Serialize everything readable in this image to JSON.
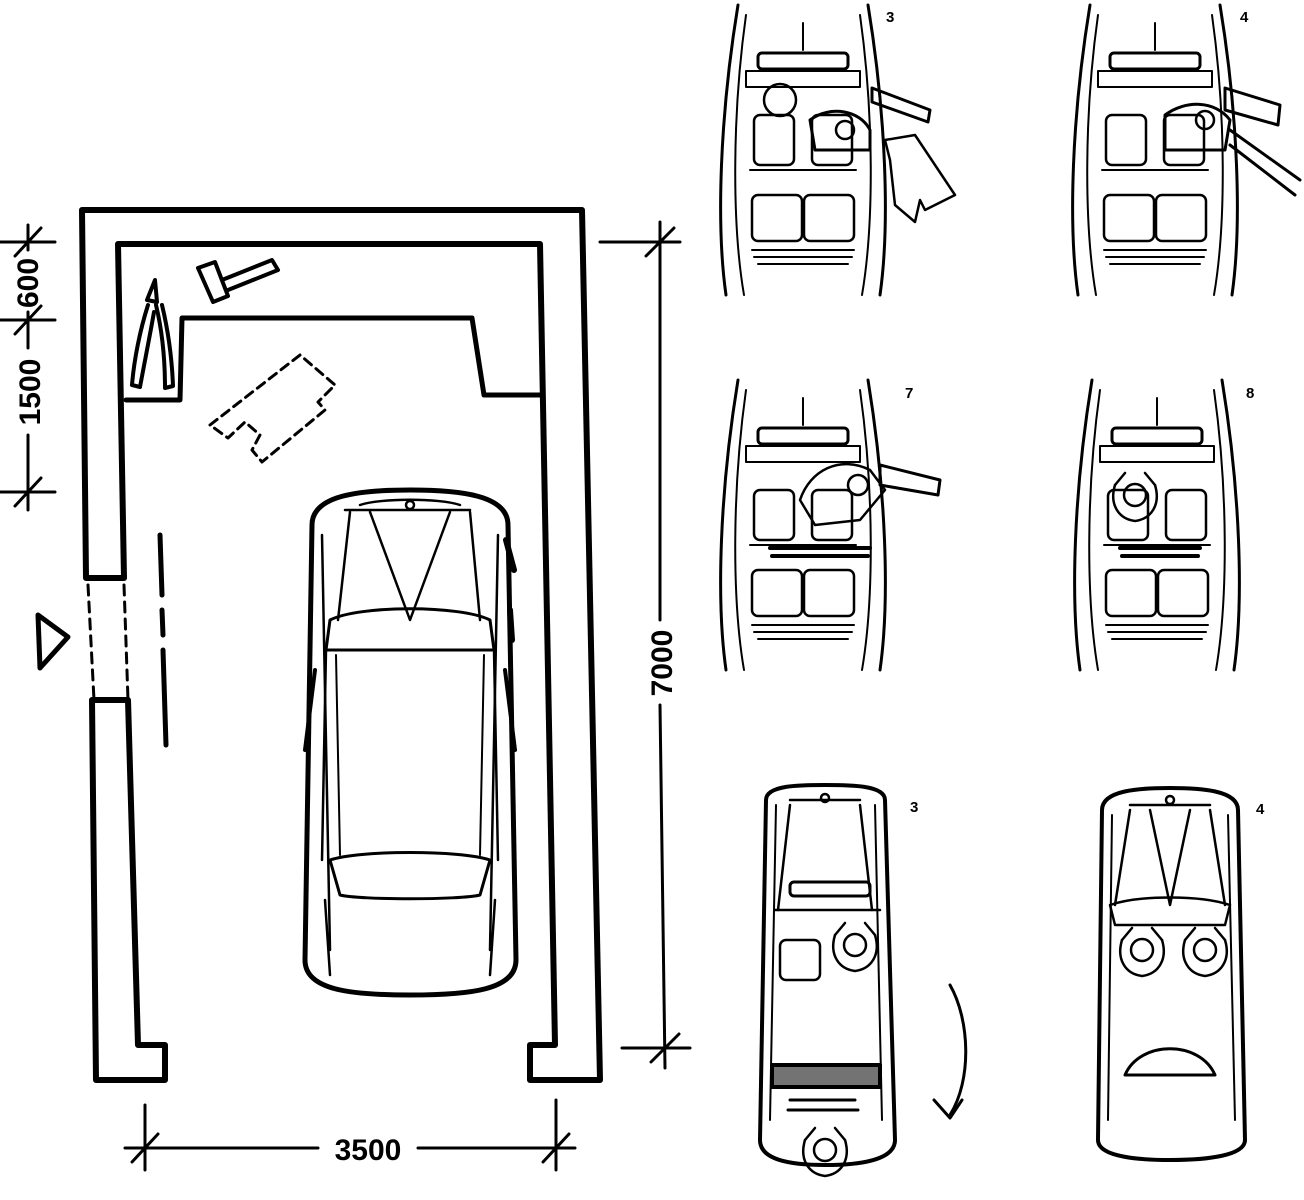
{
  "dimensions": {
    "width": "3500",
    "length": "7000",
    "rear_zone": "1500",
    "rear_gap": "600"
  },
  "panels": [
    {
      "label": "3"
    },
    {
      "label": "4"
    },
    {
      "label": "7"
    },
    {
      "label": "8"
    },
    {
      "label": "3"
    },
    {
      "label": "4"
    }
  ]
}
